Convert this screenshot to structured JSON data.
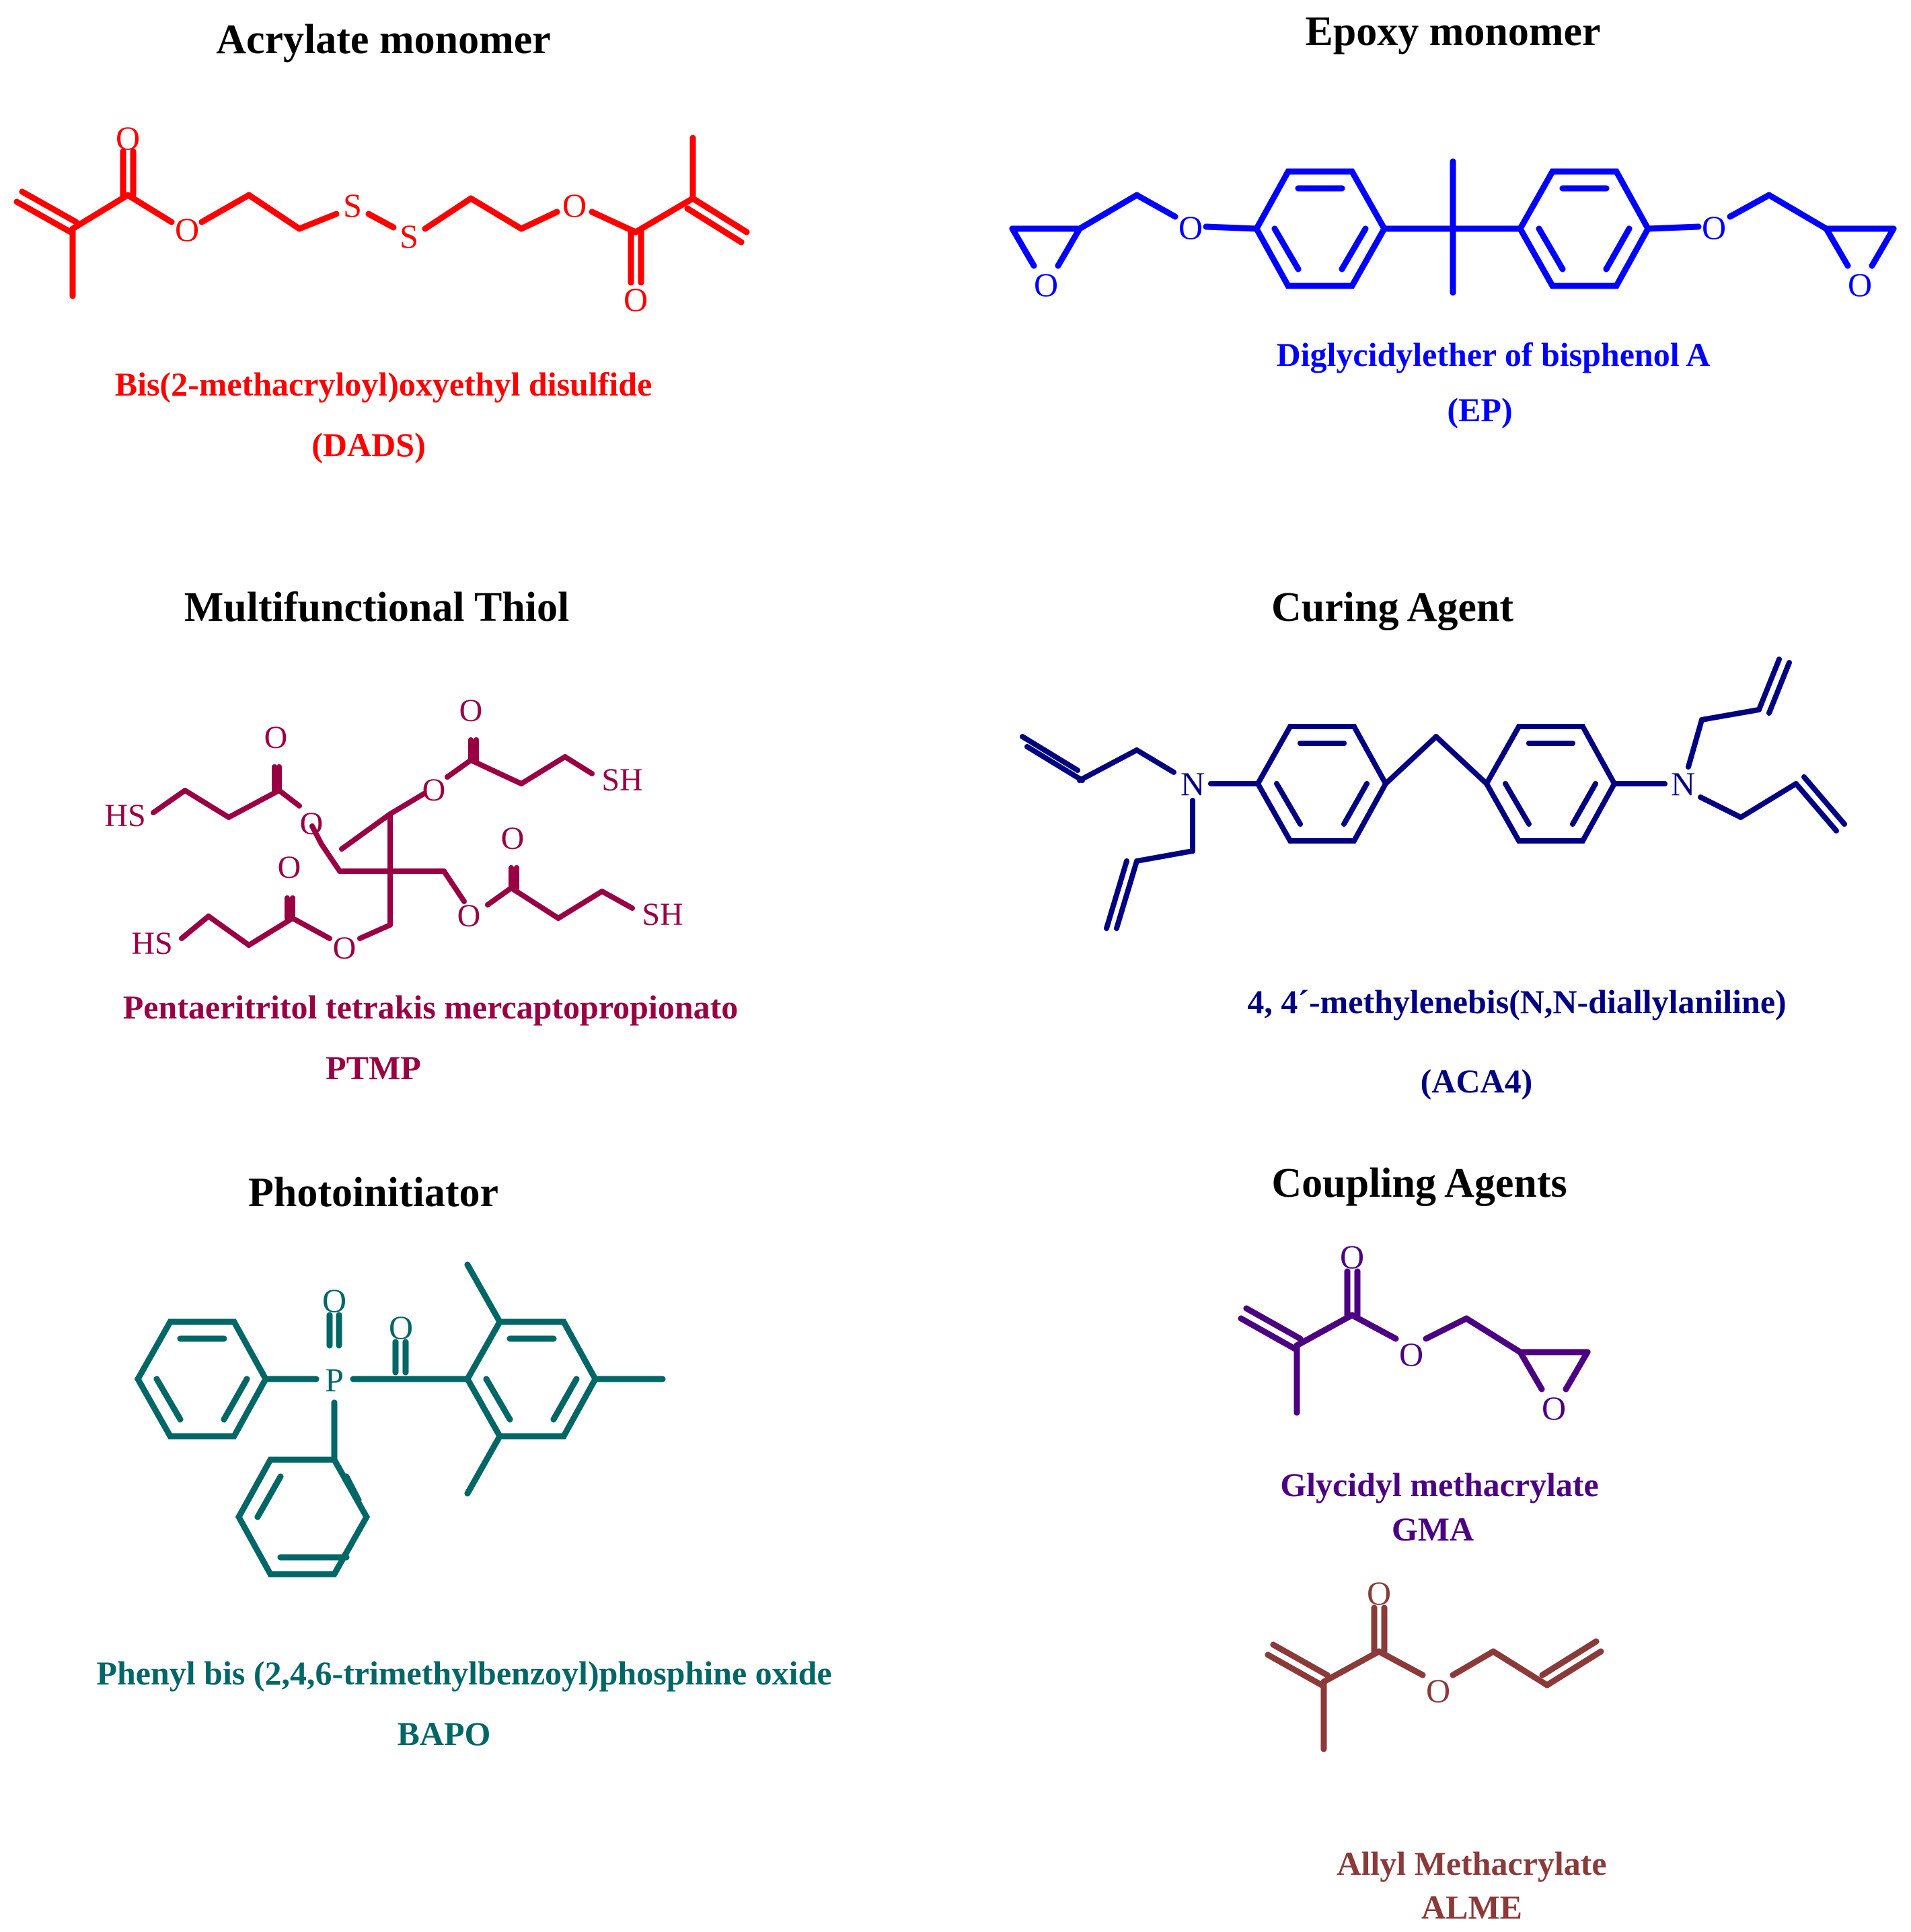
{
  "colors": {
    "acrylate": "#ff0000",
    "epoxy": "#0000ff",
    "thiol": "#990044",
    "curing": "#000080",
    "photo": "#006666",
    "gma": "#4b0082",
    "alme": "#8b3a3a"
  },
  "acrylate": {
    "title": "Acrylate monomer",
    "name": "Bis(2-methacryloyl)oxyethyl disulfide",
    "abbr": "(DADS)",
    "atoms": {
      "o": "O",
      "s": "S"
    }
  },
  "epoxy": {
    "title": "Epoxy monomer",
    "name": "Diglycidylether of bisphenol A",
    "abbr": "(EP)",
    "atoms": {
      "o": "O"
    }
  },
  "thiol": {
    "title": "Multifunctional Thiol",
    "name": "Pentaeritritol tetrakis mercaptopropionato",
    "abbr": "PTMP",
    "atoms": {
      "o": "O",
      "hs": "HS",
      "sh": "SH"
    }
  },
  "curing": {
    "title": "Curing Agent",
    "name": "4, 4´-methylenebis(N,N-diallylaniline)",
    "abbr": "(ACA4)",
    "atoms": {
      "n": "N"
    }
  },
  "photo": {
    "title": "Photoinitiator",
    "name": "Phenyl bis (2,4,6-trimethylbenzoyl)phosphine oxide",
    "abbr": "BAPO",
    "atoms": {
      "o": "O",
      "p": "P"
    }
  },
  "coupling": {
    "title": "Coupling Agents",
    "gma": {
      "name": "Glycidyl methacrylate",
      "abbr": "GMA",
      "atoms": {
        "o": "O"
      }
    },
    "alme": {
      "name": "Allyl Methacrylate",
      "abbr": "ALME",
      "atoms": {
        "o": "O"
      }
    }
  }
}
